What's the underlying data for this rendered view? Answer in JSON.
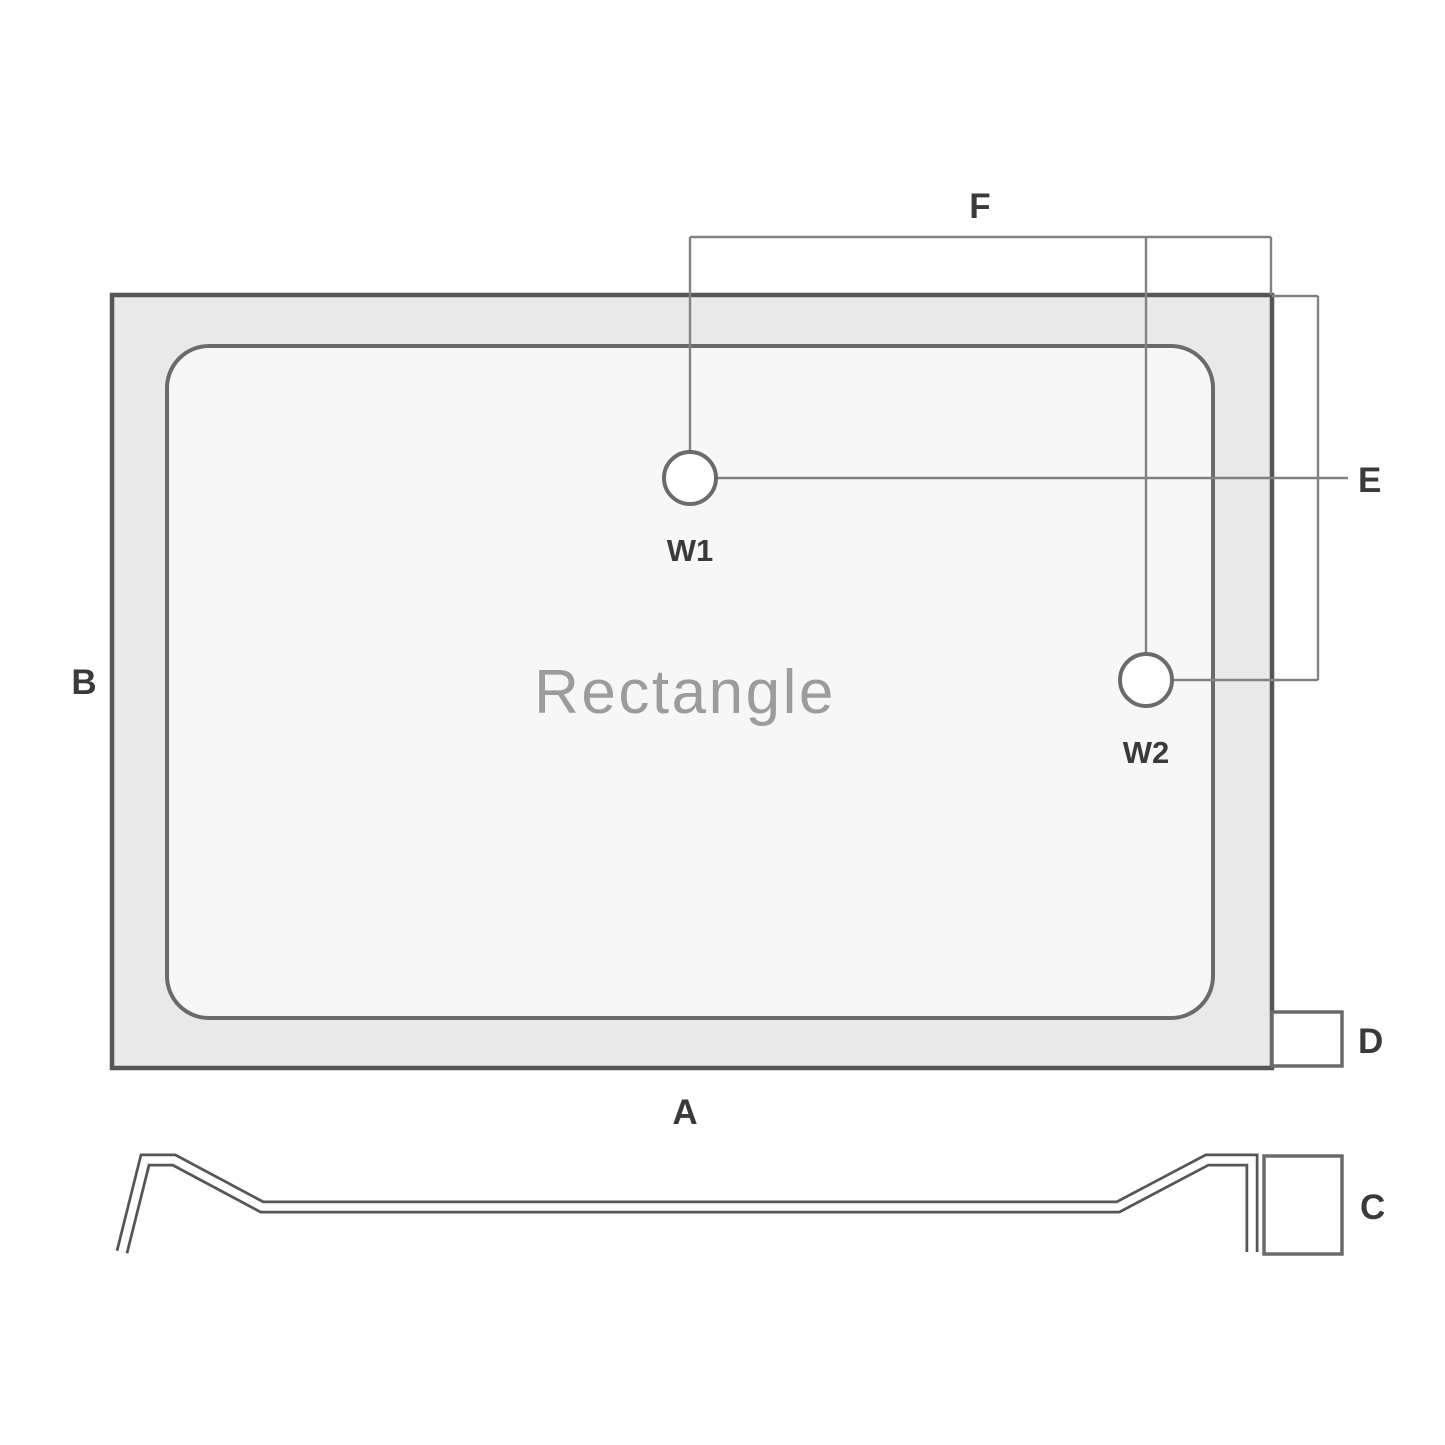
{
  "diagram": {
    "title": "Rectangle",
    "waste_labels": {
      "w1": "W1",
      "w2": "W2"
    },
    "dimension_labels": {
      "a": "A",
      "b": "B",
      "c": "C",
      "d": "D",
      "e": "E",
      "f": "F"
    },
    "colors": {
      "background": "#ffffff",
      "tray_fill": "#e9e9e9",
      "inner_fill": "#f7f7f7",
      "outline": "#555658",
      "inner_outline": "#6a6b6e",
      "dim_line": "#808285",
      "label_text": "#3a3a3c",
      "title_text": "#9c9c9c"
    }
  }
}
